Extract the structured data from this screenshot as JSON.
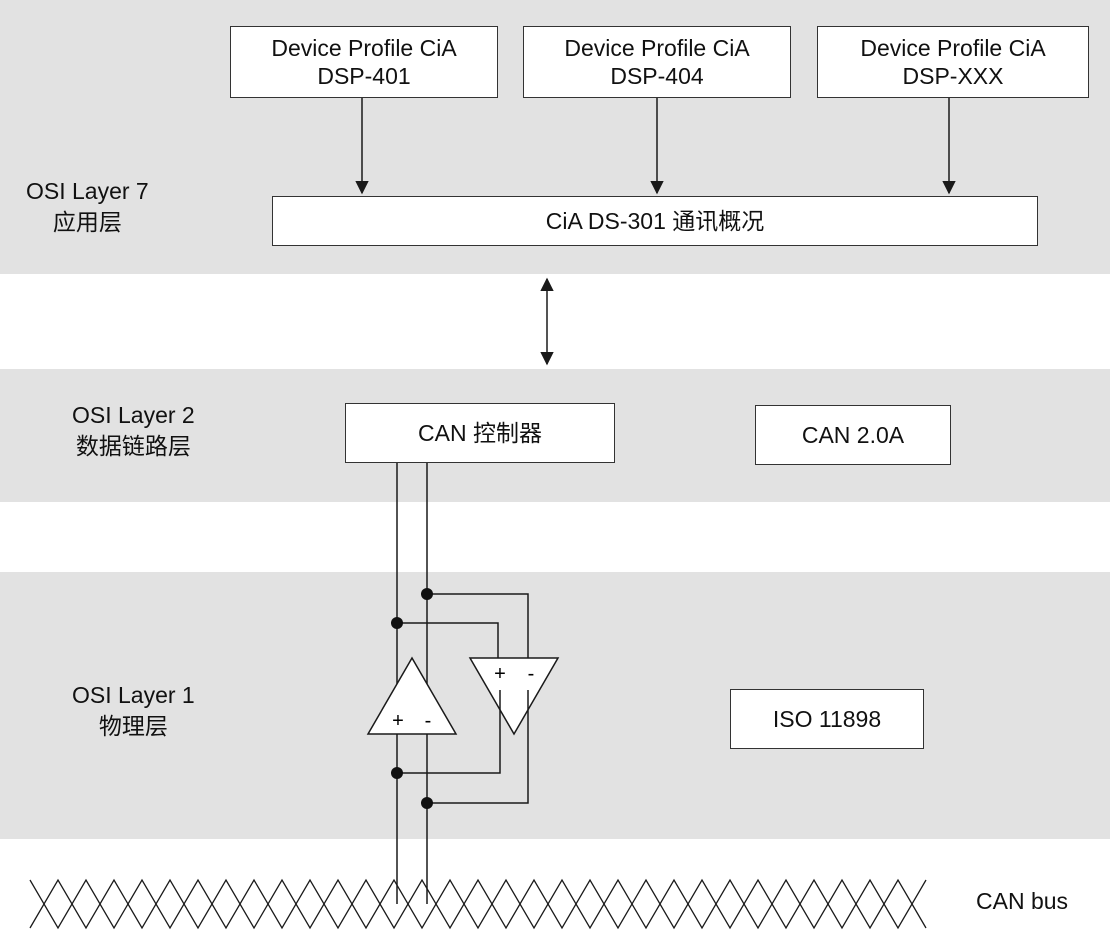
{
  "layers": {
    "layer7": {
      "title": "OSI Layer 7",
      "subtitle": "应用层"
    },
    "layer2": {
      "title": "OSI Layer 2",
      "subtitle": "数据链路层"
    },
    "layer1": {
      "title": "OSI Layer 1",
      "subtitle": "物理层"
    }
  },
  "profiles": [
    {
      "line1": "Device Profile CiA",
      "line2": "DSP-401"
    },
    {
      "line1": "Device Profile CiA",
      "line2": "DSP-404"
    },
    {
      "line1": "Device Profile CiA",
      "line2": "DSP-XXX"
    }
  ],
  "communication_profile": "CiA DS-301 通讯概况",
  "can_controller": "CAN 控制器",
  "can_standard": "CAN 2.0A",
  "physical_standard": "ISO 11898",
  "transmitter": {
    "plus": "+",
    "minus": "-"
  },
  "receiver": {
    "plus": "+",
    "minus": "-"
  },
  "bus_label": "CAN bus",
  "colors": {
    "band": "#e2e2e2",
    "box_fill": "#ffffff",
    "line": "#1a1a1a"
  }
}
